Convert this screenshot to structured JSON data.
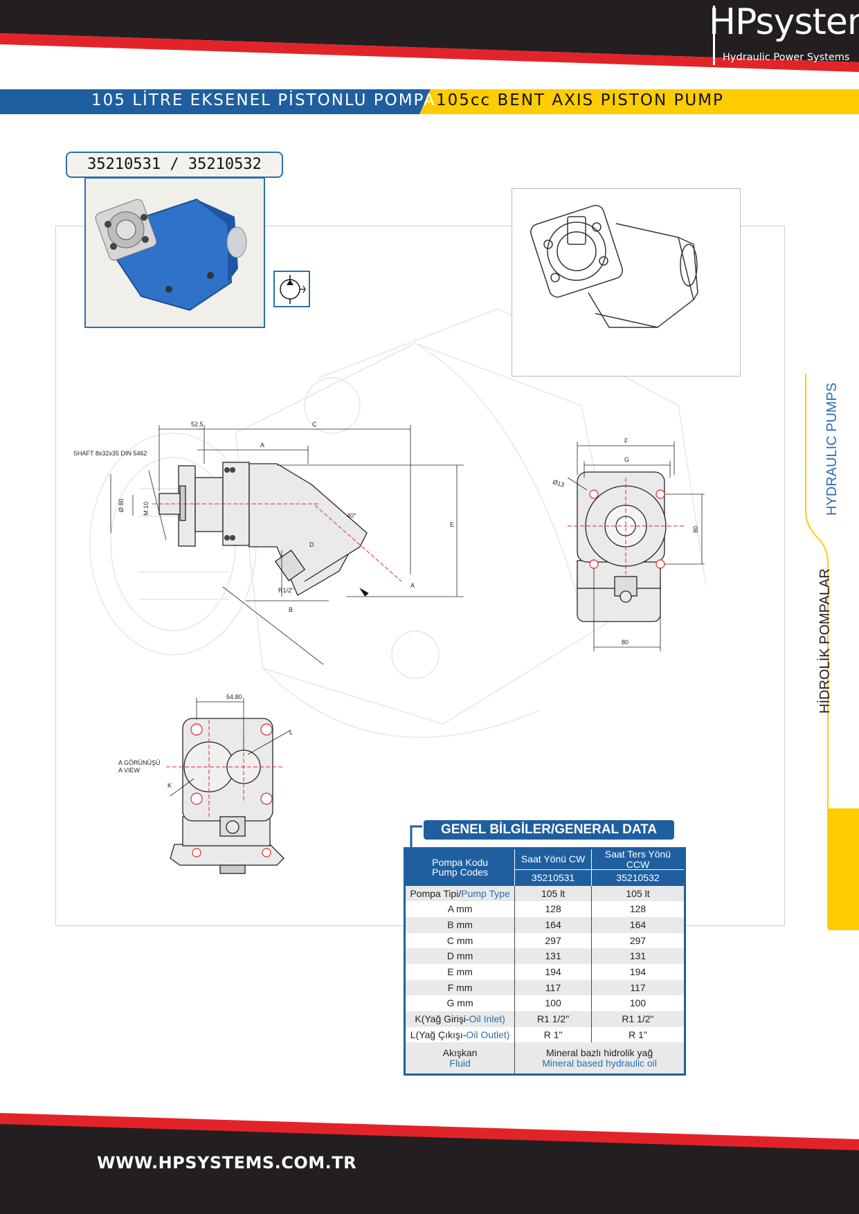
{
  "brand": {
    "logo_text": "HPsystems",
    "tagline": "Hydraulic Power Systems",
    "colors": {
      "blue": "#1f5fa0",
      "yellow": "#ffcc00",
      "red": "#e2242a",
      "dark": "#231f20"
    }
  },
  "title": {
    "turkish": "105 LİTRE EKSENEL PİSTONLU POMPA",
    "english": "105cc BENT AXIS PISTON PUMP"
  },
  "product": {
    "codes": "35210531 / 35210532"
  },
  "side_tab": {
    "english": "HYDRAULIC PUMPS",
    "turkish": "HİDROLİK POMPALAR"
  },
  "drawing": {
    "labels": {
      "shaft": "SHAFT 8x32x35 DIN 5462",
      "dim_525": "52.5",
      "dim_c": "C",
      "dim_a": "A",
      "dim_e": "E",
      "dim_d": "D",
      "dim_b": "B",
      "angle": "40°",
      "port_r": "R1/2\"",
      "arrow_a": "A",
      "dia80": "Ø 80",
      "m10": "M 10",
      "dim_f": "F",
      "dim_g": "G",
      "dia13": "Ø13",
      "dim_80_side": "80",
      "dim_80_bottom": "80",
      "dim_5480": "54.80",
      "view_tr": "A GÖRÜNÜŞÜ",
      "view_en": "A VIEW",
      "k": "K",
      "l": "L"
    }
  },
  "general_data": {
    "title": "GENEL BİLGİLER/GENERAL DATA",
    "header": {
      "code_tr": "Pompa Kodu",
      "code_en": "Pump Codes",
      "cw": "Saat Yönü CW",
      "ccw": "Saat Ters Yönü CCW",
      "cw_code": "35210531",
      "ccw_code": "35210532"
    },
    "pump_type": {
      "label_tr": "Pompa Tipi/",
      "label_en": "Pump Type",
      "cw": "105 lt",
      "ccw": "105 lt"
    },
    "rows": [
      {
        "label": "A mm",
        "cw": "128",
        "ccw": "128"
      },
      {
        "label": "B mm",
        "cw": "164",
        "ccw": "164"
      },
      {
        "label": "C mm",
        "cw": "297",
        "ccw": "297"
      },
      {
        "label": "D mm",
        "cw": "131",
        "ccw": "131"
      },
      {
        "label": "E mm",
        "cw": "194",
        "ccw": "194"
      },
      {
        "label": "F mm",
        "cw": "117",
        "ccw": "117"
      },
      {
        "label": "G mm",
        "cw": "100",
        "ccw": "100"
      }
    ],
    "k_row": {
      "label_tr": "K(Yağ Girişi-",
      "label_en": "Oil Inlet)",
      "cw": "R1 1/2\"",
      "ccw": "R1 1/2\""
    },
    "l_row": {
      "label_tr": "L(Yağ Çıkışı-",
      "label_en": "Oil  Outlet)",
      "cw": "R 1\"",
      "ccw": "R 1\""
    },
    "fluid": {
      "label_tr": "Akışkan",
      "label_en": "Fluid",
      "value_tr": "Mineral bazlı hidrolik yağ",
      "value_en": "Mineral based hydraulic oil"
    }
  },
  "footer": {
    "url": "WWW.HPSYSTEMS.COM.TR"
  }
}
